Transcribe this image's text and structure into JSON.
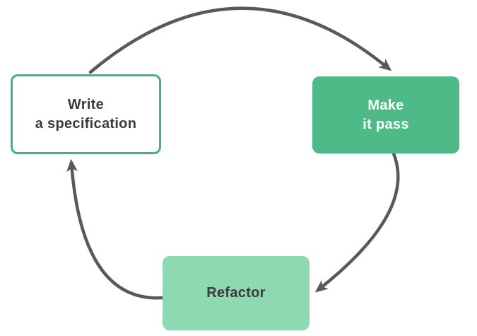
{
  "diagram": {
    "type": "cycle",
    "nodes": [
      {
        "id": "write-specification",
        "lines": [
          "Write",
          "a specification"
        ],
        "variant": "outline"
      },
      {
        "id": "make-it-pass",
        "lines": [
          "Make",
          "it pass"
        ],
        "variant": "solid"
      },
      {
        "id": "refactor",
        "lines": [
          "Refactor"
        ],
        "variant": "light"
      }
    ],
    "edges": [
      {
        "from": "write-specification",
        "to": "make-it-pass"
      },
      {
        "from": "make-it-pass",
        "to": "refactor"
      },
      {
        "from": "refactor",
        "to": "write-specification"
      }
    ]
  },
  "colors": {
    "background": "#ffffff",
    "node_solid_fill": "#4dba87",
    "node_light_fill": "#8fd9b2",
    "node_outline_border": "#3cb878",
    "text_dark": "#3b3b3b",
    "text_light": "#ffffff",
    "arrow": "#595959"
  }
}
